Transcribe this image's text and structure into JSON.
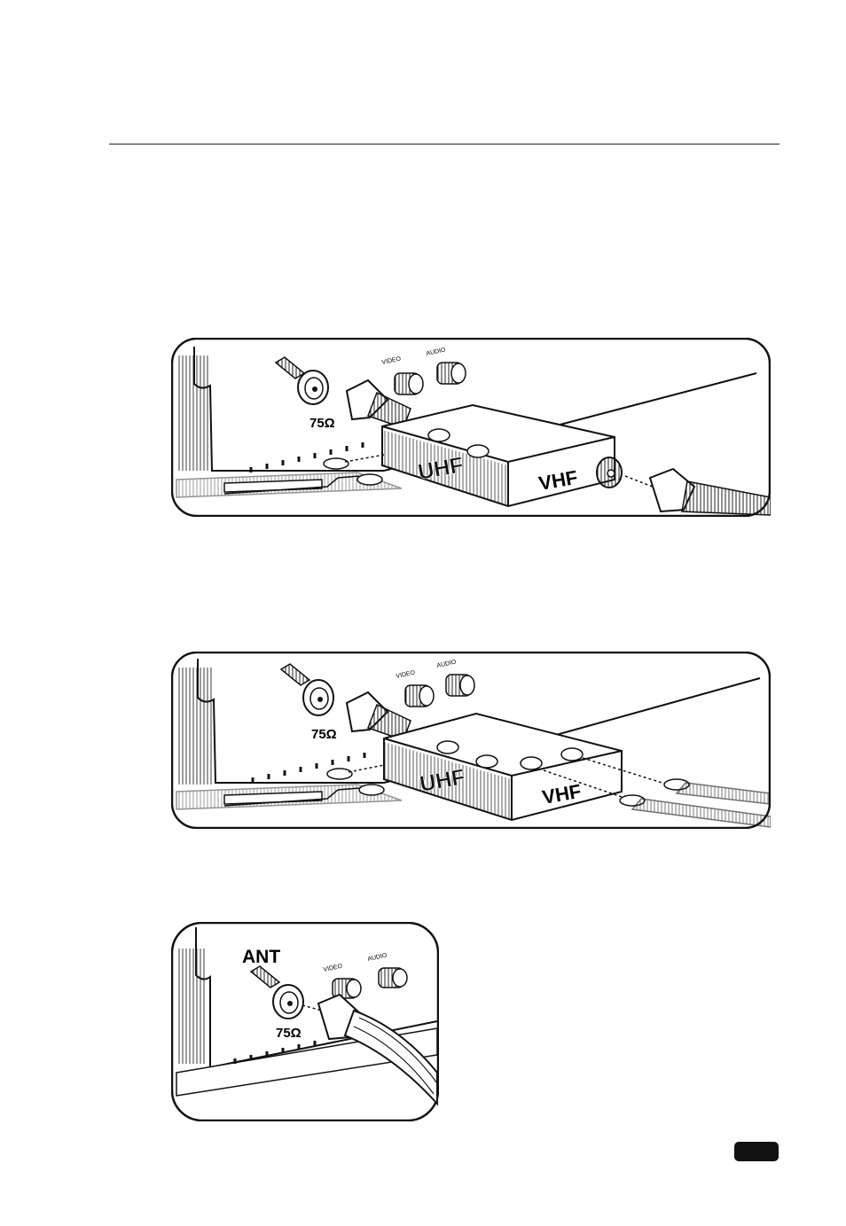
{
  "figures": {
    "fig1": {
      "impedance": "75Ω",
      "video": "VIDEO",
      "audio": "AUDIO",
      "uhf": "UHF",
      "vhf": "VHF"
    },
    "fig2": {
      "impedance": "75Ω",
      "video": "VIDEO",
      "audio": "AUDIO",
      "uhf": "UHF",
      "vhf": "VHF"
    },
    "fig3": {
      "ant": "ANT",
      "impedance": "75Ω",
      "video": "VIDEO",
      "audio": "AUDIO"
    }
  },
  "colors": {
    "ink": "#111111",
    "paper": "#ffffff"
  }
}
